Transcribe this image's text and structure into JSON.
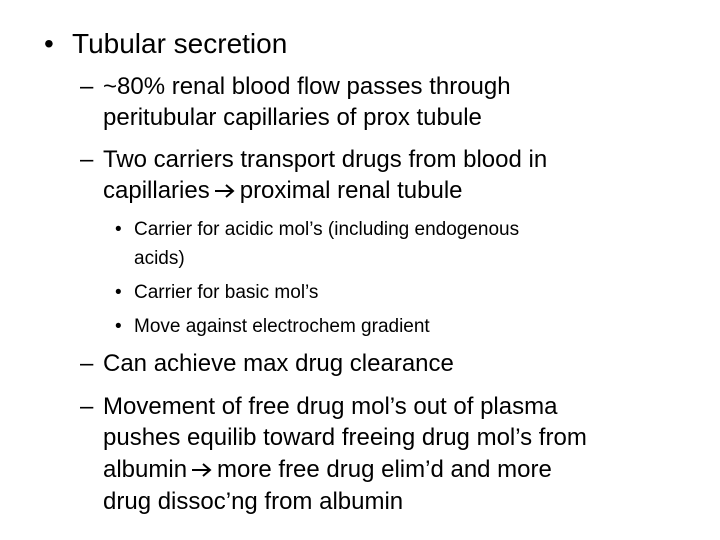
{
  "slide": {
    "bullet_l1": "•",
    "dash": "–",
    "bullet_l3": "•",
    "heading": "Tubular secretion",
    "sub1_line1": "~80% renal blood flow passes through",
    "sub1_line2": "peritubular capillaries of prox tubule",
    "sub2_line1": "Two carriers transport drugs from blood in",
    "sub2_line2_pre": "capillaries",
    "sub2_line2_post": "proximal renal tubule",
    "sub3_line1": "Carrier for acidic mol’s (including endogenous",
    "sub3_line2": "acids)",
    "sub4": "Carrier for basic mol’s",
    "sub5": "Move against electrochem gradient",
    "sub6": "Can achieve max drug clearance",
    "sub7_line1": "Movement of free drug mol’s out of plasma",
    "sub7_line2": "pushes equilib toward freeing drug mol’s from",
    "sub7_line3_pre": "albumin",
    "sub7_line3_post": "more free drug elim’d and more",
    "sub7_line4": "drug dissoc’ng from albumin",
    "arrow_icon": "right-arrow-icon"
  }
}
